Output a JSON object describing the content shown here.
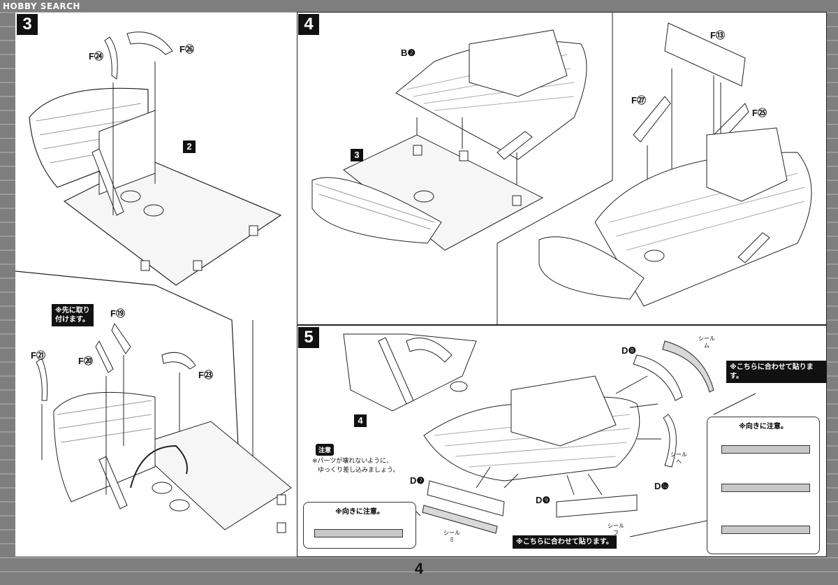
{
  "logo": "HOBBY SEARCH",
  "page_number": "4",
  "steps": {
    "s3": {
      "number": "3",
      "parts": [
        "F㉔",
        "F㉖"
      ],
      "sub": "2"
    },
    "s3b": {
      "callout_line1": "※先に取り",
      "callout_line2": "付けます。",
      "parts": [
        "F⑲",
        "F⑳",
        "F㉑",
        "F㉓"
      ]
    },
    "s4": {
      "number": "4",
      "parts": [
        "B❷",
        "F⑬",
        "F㉗",
        "F㉕"
      ],
      "sub": "3"
    },
    "s5": {
      "number": "5",
      "sub": "4",
      "parts": [
        "D❽",
        "D❼",
        "D❾",
        "D❿"
      ],
      "seals": [
        "シール ム",
        "シール へ",
        "シール ミ",
        "シール フ"
      ],
      "align_note_1": "※こちらに合わせて貼ります。",
      "align_note_2": "※こちらに合わせて貼ります。",
      "orient_note_1": "※向きに注意。",
      "orient_note_2": "※向きに注意。",
      "caution_badge": "注意",
      "caution_line1": "※パーツが壊れないように、",
      "caution_line2": "ゆっくり差し込みましょう。"
    }
  }
}
